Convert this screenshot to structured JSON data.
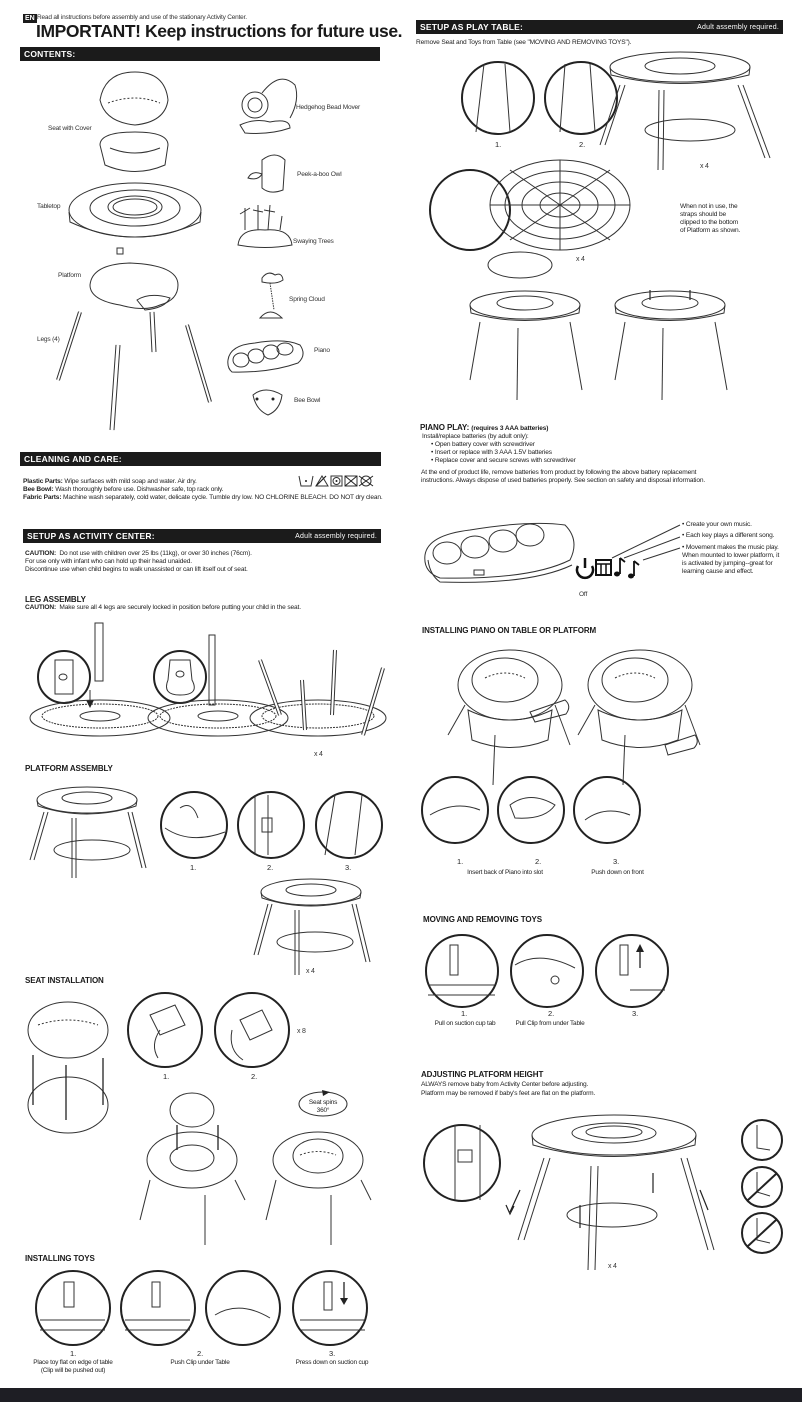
{
  "header": {
    "lang_badge": "EN",
    "intro": "Read all instructions before assembly and use of the stationary Activity Center.",
    "title": "IMPORTANT! Keep instructions for future use."
  },
  "contents": {
    "heading": "CONTENTS:",
    "parts": [
      {
        "name": "Seat with Cover"
      },
      {
        "name": "Tabletop"
      },
      {
        "name": "Platform"
      },
      {
        "name": "Legs (4)"
      },
      {
        "name": "Hedgehog Bead Mover"
      },
      {
        "name": "Peek-a-boo Owl"
      },
      {
        "name": "Swaying Trees"
      },
      {
        "name": "Spring Cloud"
      },
      {
        "name": "Piano"
      },
      {
        "name": "Bee Bowl"
      }
    ]
  },
  "cleaning": {
    "heading": "CLEANING AND CARE:",
    "lines": [
      {
        "label": "Plastic Parts:",
        "text": " Wipe surfaces with mild soap and water. Air dry."
      },
      {
        "label": "Bee Bowl:",
        "text": " Wash thoroughly before use. Dishwasher safe, top rack only."
      },
      {
        "label": "Fabric Parts:",
        "text": " Machine wash separately, cold water, delicate cycle. Tumble dry low. NO CHLORINE BLEACH. DO NOT dry clean."
      }
    ],
    "care_icons": [
      "wash-cold-icon",
      "no-bleach-icon",
      "tumble-dry-low-icon",
      "no-iron-icon",
      "no-dry-clean-icon"
    ]
  },
  "activity_center": {
    "heading": "SETUP AS ACTIVITY CENTER:",
    "note": "Adult assembly required.",
    "caution_label": "CAUTION:",
    "caution_lines": [
      "Do not use with children over 25 lbs (11kg), or over 30 inches (76cm).",
      "For use only with infant who can hold up their head unaided.",
      "Discontinue use when child begins to walk unassisted or can lift itself out of seat."
    ],
    "leg_assembly": {
      "heading": "LEG ASSEMBLY",
      "caution_label": "CAUTION:",
      "caution_text": "Make sure all 4 legs are securely locked in position before putting your child in the seat.",
      "multiplier": "x 4"
    },
    "platform_assembly": {
      "heading": "PLATFORM ASSEMBLY",
      "steps": [
        "1.",
        "2.",
        "3."
      ],
      "multiplier": "x 4"
    },
    "seat_installation": {
      "heading": "SEAT INSTALLATION",
      "steps": [
        "1.",
        "2."
      ],
      "multiplier": "x 8",
      "spin_label_1": "Seat spins",
      "spin_label_2": "360°"
    },
    "installing_toys": {
      "heading": "INSTALLING TOYS",
      "steps": [
        {
          "num": "1.",
          "caption": "Place toy flat on edge of table",
          "caption2": "(Clip will be pushed out)"
        },
        {
          "num": "2.",
          "caption": "Push Clip under Table"
        },
        {
          "num": "3.",
          "caption": "Press down on suction cup"
        }
      ]
    }
  },
  "play_table": {
    "heading": "SETUP AS PLAY TABLE:",
    "note": "Adult assembly required.",
    "intro": "Remove Seat and Toys from Table (see \"MOVING AND REMOVING TOYS\").",
    "steps": [
      "1.",
      "2."
    ],
    "multiplier_top": "x 4",
    "multiplier_platform": "x 4",
    "strap_note": [
      "When not in use, the",
      "straps should be",
      "clipped to the bottom",
      "of Platform as shown."
    ]
  },
  "piano_play": {
    "heading": "PIANO PLAY:",
    "requirement": "(requires 3 AAA batteries)",
    "install_intro": "Install/replace batteries (by adult only):",
    "bullets": [
      "Open battery cover with screwdriver",
      "Insert or replace with 3 AAA 1.5V batteries",
      "Replace cover and secure screws with screwdriver"
    ],
    "disposal": [
      "At the end of product life, remove batteries from product by following the above battery replacement",
      "instructions. Always dispose of used batteries properly. See section on safety and disposal information."
    ],
    "modes": [
      {
        "icon": "power-icon",
        "label": "Off"
      },
      {
        "icon": "piano-keys-icon",
        "label": ""
      },
      {
        "icon": "music-note-icon",
        "label": ""
      },
      {
        "icon": "music-note-movement-icon",
        "label": ""
      }
    ],
    "features": [
      "• Create your own music.",
      "• Each key plays a different song.",
      "• Movement makes the music play.",
      "When mounted to lower platform, it",
      "is activated by jumping--great for",
      "learning cause and effect."
    ]
  },
  "installing_piano": {
    "heading": "INSTALLING PIANO ON TABLE OR PLATFORM",
    "steps": [
      {
        "num": "1."
      },
      {
        "num": "2."
      },
      {
        "num": "3."
      }
    ],
    "caption_12": "Insert back of Piano into slot",
    "caption_3": "Push down on front"
  },
  "moving_toys": {
    "heading": "MOVING AND REMOVING TOYS",
    "steps": [
      {
        "num": "1.",
        "caption": "Pull on suction cup tab"
      },
      {
        "num": "2.",
        "caption": "Pull Clip from under Table"
      },
      {
        "num": "3.",
        "caption": ""
      }
    ]
  },
  "adjusting_platform": {
    "heading": "ADJUSTING PLATFORM HEIGHT",
    "lines": [
      "ALWAYS remove baby from Activity Center before adjusting.",
      "Platform may be removed if baby's feet are flat on the platform."
    ],
    "multiplier": "x 4"
  }
}
